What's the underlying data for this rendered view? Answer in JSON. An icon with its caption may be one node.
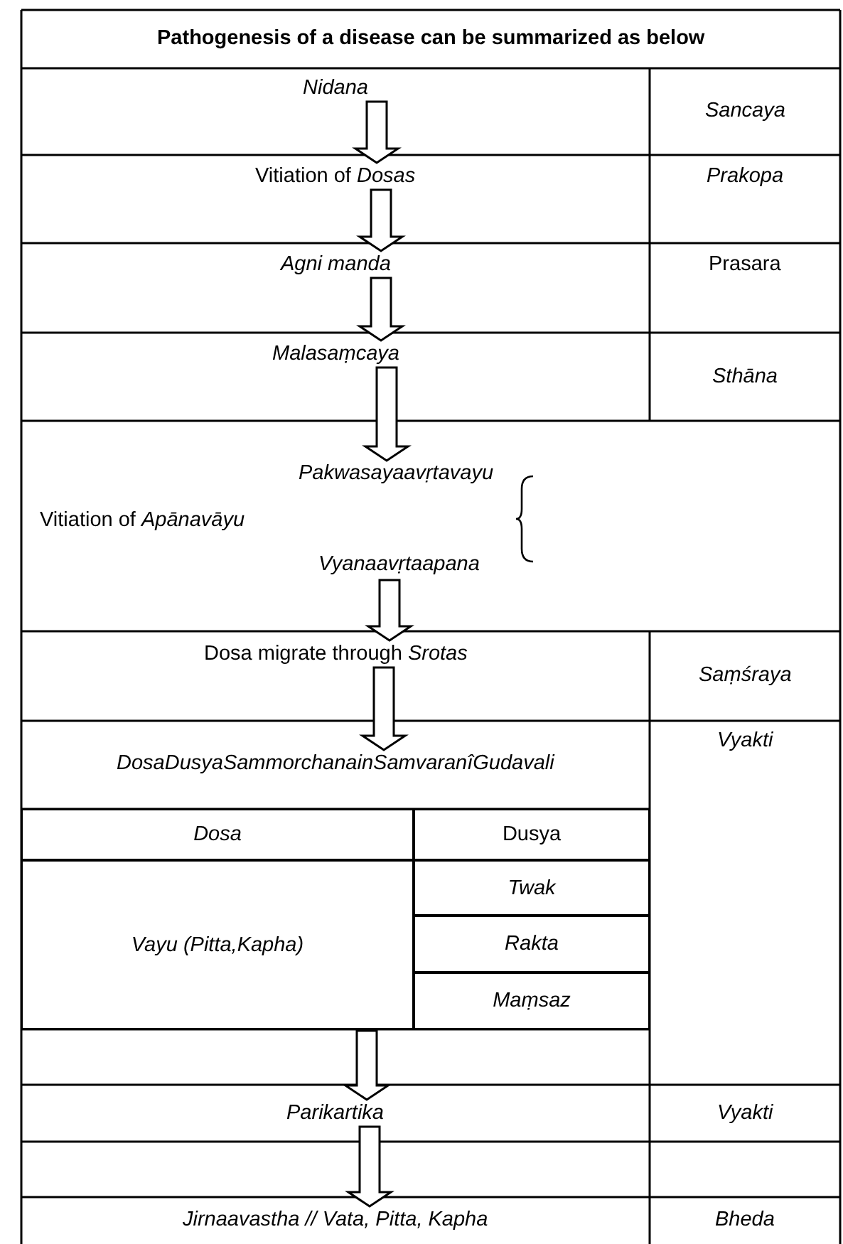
{
  "diagram": {
    "title": "Pathogenesis of a disease can be summarized as below",
    "nodes": [
      {
        "text": [
          "Nidana"
        ]
      },
      {
        "text": [
          "Vitiation of *Dosas*"
        ]
      },
      {
        "text": [
          "Agni manda"
        ]
      },
      {
        "text": [
          "Malasaṃcaya"
        ]
      },
      {
        "text": [
          "Vitiation of *Apānavāyu*",
          "Pakwasayaavṛtavayu",
          "Vyanaavṛtaapana"
        ]
      },
      {
        "text": [
          "Dosa migrate through *Srotas*"
        ]
      },
      {
        "text": [
          "DosaDusyaSammorchanainSamvaranîGudavali"
        ]
      },
      {
        "text": [
          "Dosa"
        ]
      },
      {
        "text": [
          "Dusya"
        ]
      },
      {
        "text": [
          "Vayu (Pitta,Kapha)"
        ]
      },
      {
        "text": [
          "Twak"
        ]
      },
      {
        "text": [
          "Rakta"
        ]
      },
      {
        "text": [
          "Maṃsaz"
        ]
      },
      {
        "text": [
          "Parikartika"
        ]
      },
      {
        "text": [
          "Jirnaavastha // Vata, Pitta, Kapha"
        ]
      }
    ],
    "edges": [
      {
        "from": 0,
        "to": 1,
        "arrow": "to"
      },
      {
        "from": 1,
        "to": 2,
        "arrow": "to"
      },
      {
        "from": 2,
        "to": 3,
        "arrow": "to"
      },
      {
        "from": 3,
        "to": 4,
        "arrow": "to"
      },
      {
        "from": 4,
        "to": 5,
        "arrow": "to"
      },
      {
        "from": 5,
        "to": 6,
        "arrow": "to"
      },
      {
        "from": 9,
        "to": 13,
        "arrow": "to"
      },
      {
        "from": 13,
        "to": 14,
        "arrow": "to"
      }
    ],
    "labels": [
      "Sancaya",
      "Prakopa",
      "Prasara",
      "Sthāna",
      "Saṃśraya",
      "Vyakti",
      "Vyakti",
      "Bheda"
    ]
  }
}
